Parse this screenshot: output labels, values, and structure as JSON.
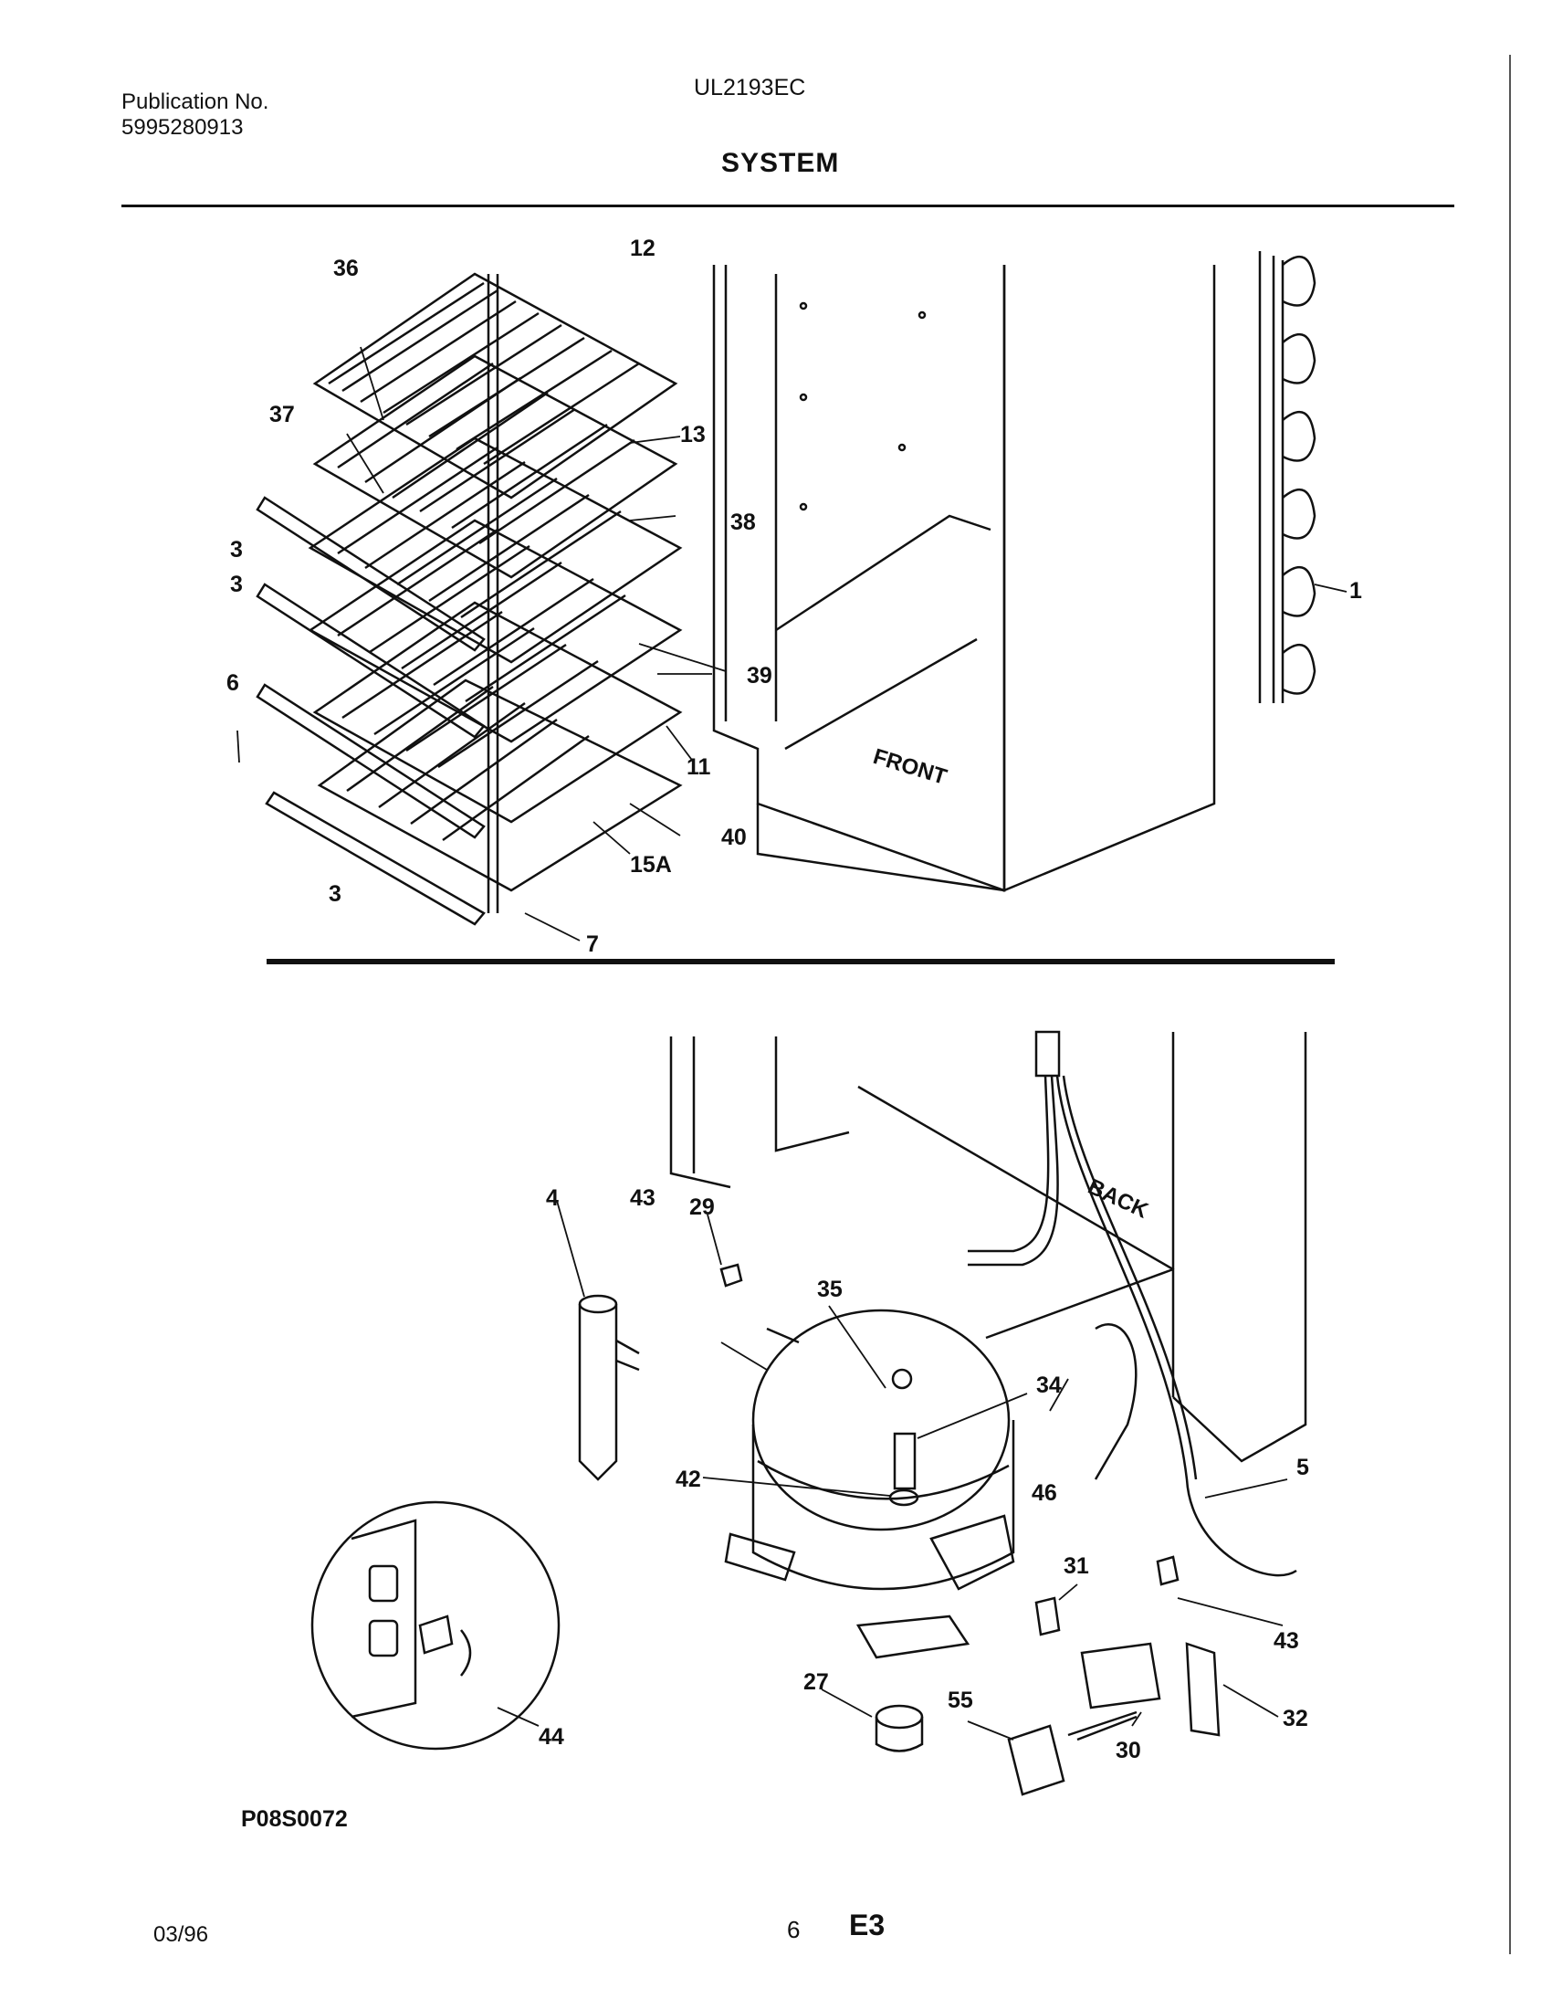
{
  "header": {
    "publication_label": "Publication No.",
    "publication_number": "5995280913",
    "model": "UL2193EC",
    "section_title": "SYSTEM"
  },
  "diagram": {
    "code": "P08S0072",
    "labels": {
      "front": "FRONT",
      "back": "BACK"
    },
    "callouts": [
      "1",
      "3",
      "3",
      "3",
      "4",
      "5",
      "6",
      "7",
      "11",
      "12",
      "13",
      "15A",
      "27",
      "29",
      "30",
      "31",
      "32",
      "34",
      "35",
      "36",
      "37",
      "38",
      "39",
      "40",
      "42",
      "43",
      "43",
      "44",
      "46",
      "55"
    ]
  },
  "footer": {
    "date": "03/96",
    "page": "6",
    "code": "E3"
  }
}
